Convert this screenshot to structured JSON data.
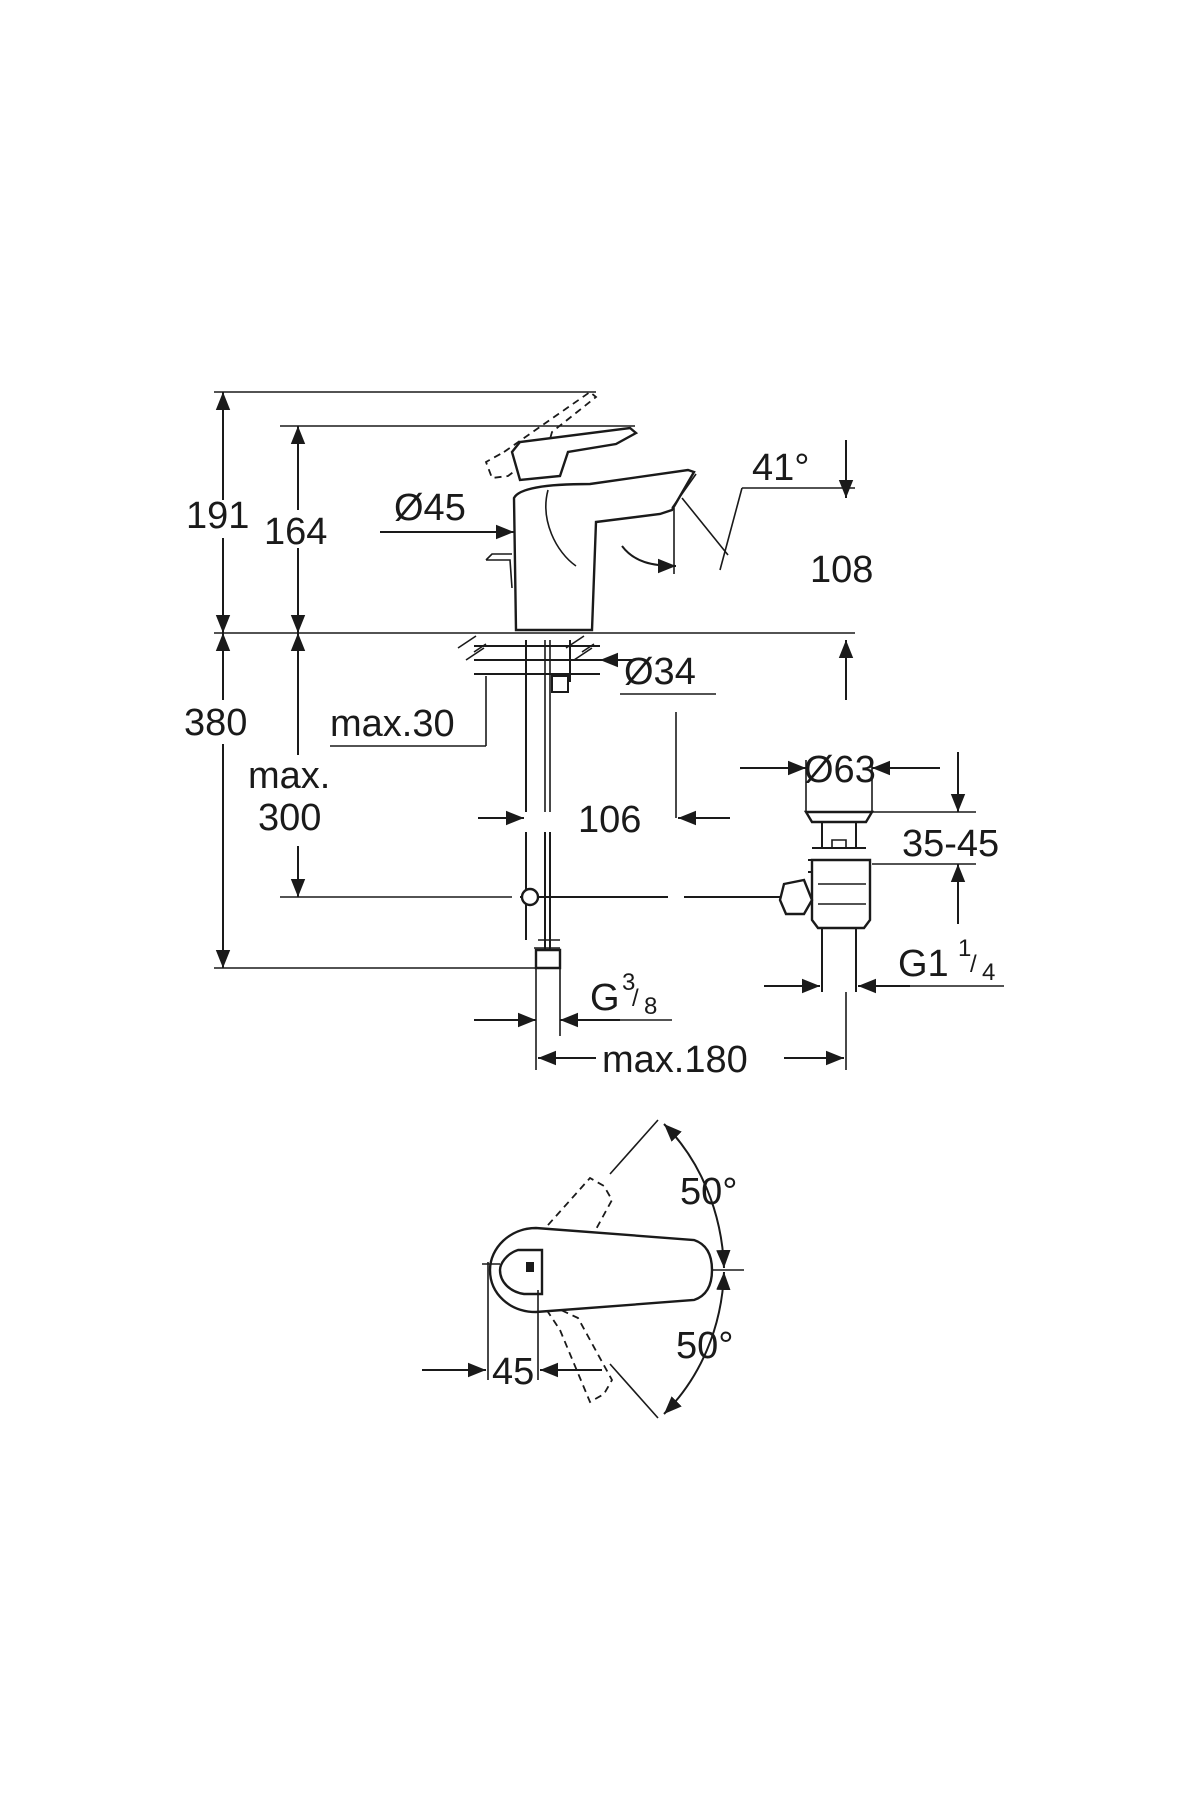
{
  "side_view": {
    "dims": {
      "h191": "191",
      "h164": "164",
      "d45": "Ø45",
      "angle41": "41°",
      "h108": "108",
      "d34": "Ø34",
      "max30": "max.30",
      "h380": "380",
      "max300_line1": "max.",
      "max300_line2": "300",
      "w106": "106",
      "d63": "Ø63",
      "h35_45": "35-45",
      "g114_main": "G1",
      "g114_num": "1",
      "g114_den": "4",
      "g38_main": "G",
      "g38_num": "3",
      "g38_den": "8",
      "max180": "max.180"
    }
  },
  "top_view": {
    "dims": {
      "angle_upper": "50°",
      "angle_lower": "50°",
      "w45": "45"
    }
  }
}
